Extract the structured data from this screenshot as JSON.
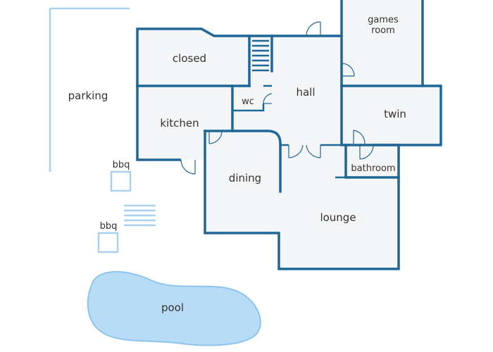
{
  "rooms": {
    "games_room_line1": "games",
    "games_room_line2": "room",
    "closed": "closed",
    "hall": "hall",
    "wc": "wc",
    "parking": "parking",
    "kitchen": "kitchen",
    "twin": "twin",
    "dining": "dining",
    "bathroom": "bathroom",
    "lounge": "lounge",
    "bbq_1": "bbq",
    "bbq_2": "bbq",
    "pool": "pool"
  },
  "colors": {
    "wall": "#1f6796",
    "room_fill": "#f4f5f6",
    "outdoor_line": "#a9d1ef",
    "pool_fill": "#b8dcf6",
    "label_text": "#333333"
  }
}
